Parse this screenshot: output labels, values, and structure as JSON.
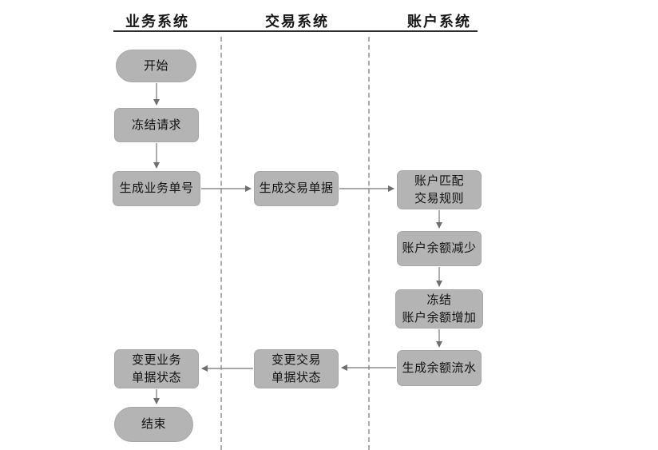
{
  "diagram": {
    "type": "swimlane-flowchart",
    "lanes": [
      {
        "title": "业务系统"
      },
      {
        "title": "交易系统"
      },
      {
        "title": "账户系统"
      }
    ],
    "nodes": {
      "start": {
        "label": "开始",
        "shape": "stadium",
        "lane": "业务系统"
      },
      "freeze_request": {
        "label": "冻结请求",
        "shape": "rect",
        "lane": "业务系统"
      },
      "gen_business_order": {
        "label": "生成业务单号",
        "shape": "rect",
        "lane": "业务系统"
      },
      "gen_transaction_doc": {
        "label": "生成交易单据",
        "shape": "rect",
        "lane": "交易系统"
      },
      "account_match_rules": {
        "label": "账户匹配\n交易规则",
        "shape": "rect",
        "lane": "账户系统"
      },
      "balance_decrease": {
        "label": "账户余额减少",
        "shape": "rect",
        "lane": "账户系统"
      },
      "freeze_balance_increase": {
        "label": "冻结\n账户余额增加",
        "shape": "rect",
        "lane": "账户系统"
      },
      "gen_balance_flow": {
        "label": "生成余额流水",
        "shape": "rect",
        "lane": "账户系统"
      },
      "change_trade_status": {
        "label": "变更交易\n单据状态",
        "shape": "rect",
        "lane": "交易系统"
      },
      "change_business_status": {
        "label": "变更业务\n单据状态",
        "shape": "rect",
        "lane": "业务系统"
      },
      "end": {
        "label": "结束",
        "shape": "stadium",
        "lane": "业务系统"
      }
    },
    "edges": [
      "start → freeze_request",
      "freeze_request → gen_business_order",
      "gen_business_order → gen_transaction_doc",
      "gen_transaction_doc → account_match_rules",
      "account_match_rules → balance_decrease",
      "balance_decrease → freeze_balance_increase",
      "freeze_balance_increase → gen_balance_flow",
      "gen_balance_flow → change_trade_status",
      "change_trade_status → change_business_status",
      "change_business_status → end"
    ],
    "colors": {
      "node_fill": "#b4b4b4",
      "node_border": "#a6a6a6",
      "arrow": "#8a8a8a",
      "arrowhead": "#6f6f6f",
      "lane_divider": "#adadad",
      "header_rule": "#2e2e2e",
      "text": "#121212",
      "background": "#ffffff"
    }
  }
}
